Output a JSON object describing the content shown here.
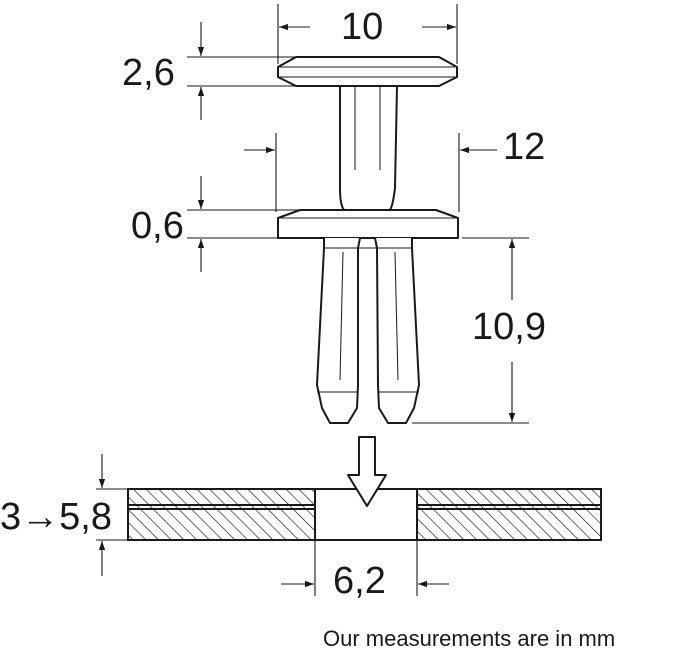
{
  "dimensions": {
    "head_width": "10",
    "head_thickness": "2,6",
    "collar_width": "12",
    "collar_thickness": "0,6",
    "leg_length": "10,9",
    "panel_thickness": "3→5,8",
    "hole_diameter": "6,2"
  },
  "footnote": "Our measurements are in mm",
  "colors": {
    "line": "#1a1a1a",
    "background": "#ffffff"
  },
  "icons": [
    "arrow-down-icon"
  ]
}
